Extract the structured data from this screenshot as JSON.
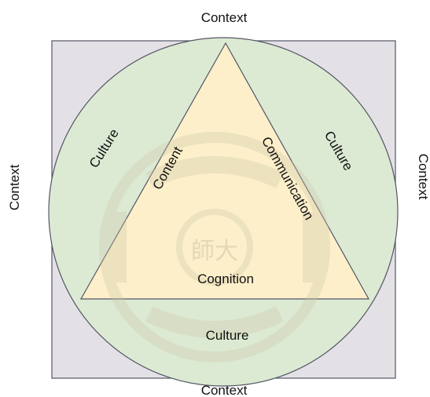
{
  "labels": {
    "context_top": "Context",
    "context_bottom": "Context",
    "context_left": "Context",
    "context_right": "Context",
    "culture_left": "Culture",
    "culture_right": "Culture",
    "culture_bottom": "Culture",
    "content": "Content",
    "communication": "Communication",
    "cognition": "Cognition"
  },
  "watermark": {
    "text": "師大"
  },
  "colors": {
    "context_square": "#e4e1e6",
    "culture_circle": "#dcead3",
    "triangle": "#fcefca",
    "outline": "#555566",
    "watermark": "#cfc7a8"
  }
}
